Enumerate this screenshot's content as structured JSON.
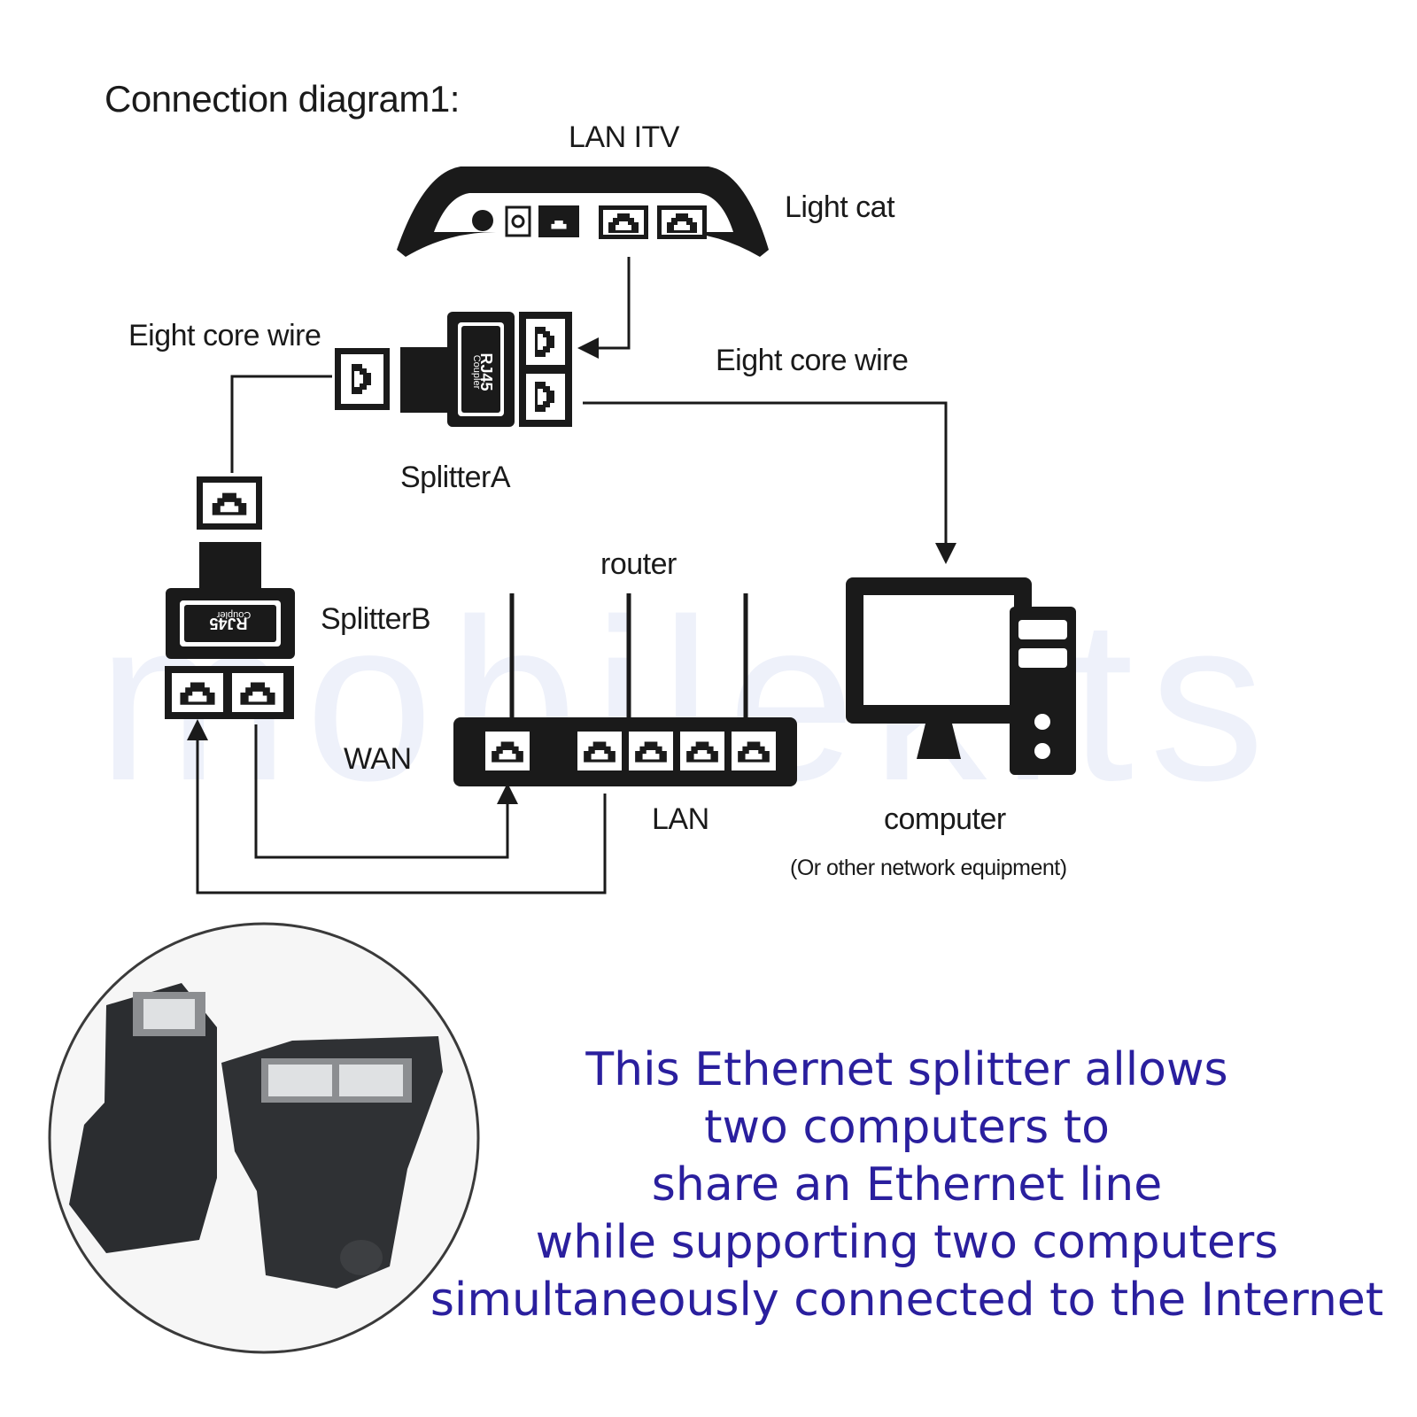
{
  "title": "Connection diagram1:",
  "labels": {
    "lan_itv": "LAN ITV",
    "light_cat": "Light cat",
    "eight_core_wire_left": "Eight core wire",
    "eight_core_wire_right": "Eight core wire",
    "splitter_a": "SplitterA",
    "splitter_b": "SplitterB",
    "router": "router",
    "wan": "WAN",
    "lan": "LAN",
    "computer": "computer",
    "computer_note": "(Or other network equipment)"
  },
  "coupler_label": [
    "RJ45",
    "Coupler"
  ],
  "watermark": "mobilekits",
  "caption_lines": [
    "This Ethernet splitter allows",
    "two computers to",
    "share an Ethernet line",
    "while supporting two computers",
    "simultaneously connected to the Internet"
  ],
  "colors": {
    "ink": "#1a1a1a",
    "caption": "#2a1f9e",
    "watermark": "#eef1fa",
    "product": "#2b2d30"
  }
}
